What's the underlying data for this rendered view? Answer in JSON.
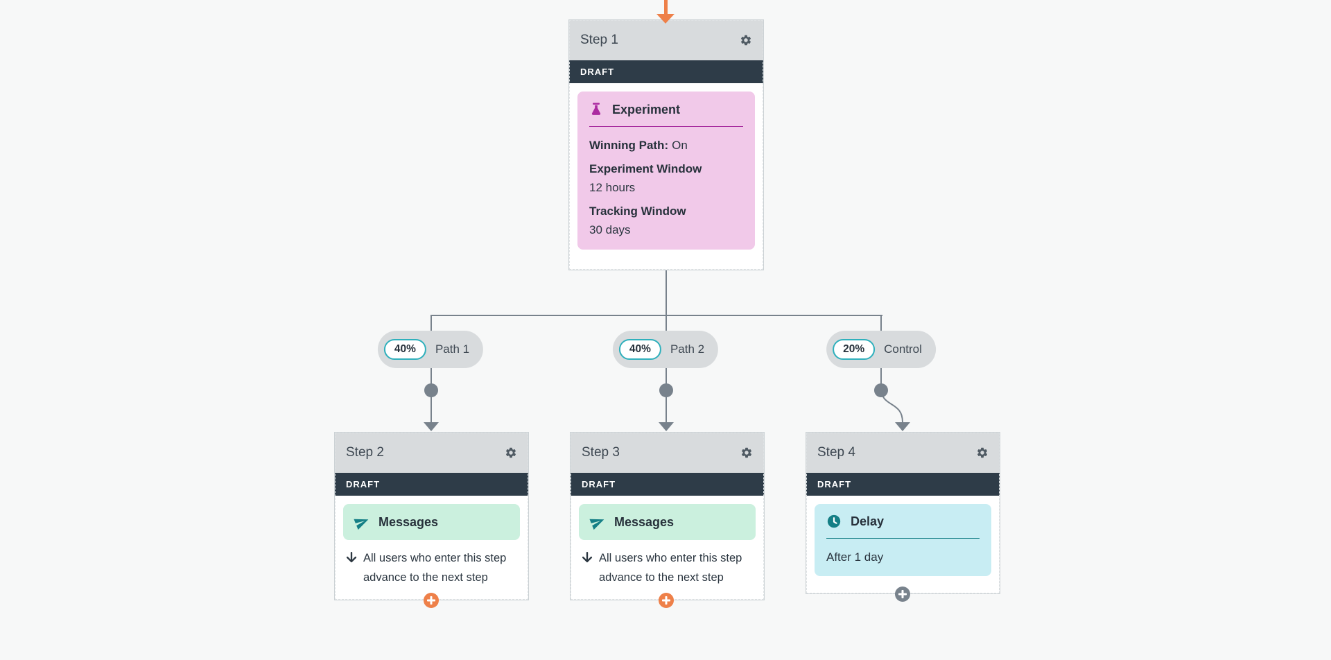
{
  "colors": {
    "canvas_bg": "#f7f8f8",
    "header_bg": "#d8dbdd",
    "draft_bg": "#2e3c48",
    "connector_gray": "#78828c",
    "accent_orange": "#ee8049",
    "accent_teal": "#157f86",
    "percent_border_teal": "#2fb0bc",
    "experiment_pink": "#f1c9e9",
    "experiment_accent": "#a6289c",
    "flask_magenta": "#ab2aa0",
    "messages_green": "#cbf0de",
    "delay_cyan": "#c8edf3",
    "text_dark": "#2b3640"
  },
  "steps": [
    {
      "title": "Step 1",
      "status": "DRAFT",
      "block": {
        "type": "experiment",
        "title": "Experiment",
        "rows": [
          {
            "label": "Winning Path:",
            "value": "On"
          },
          {
            "label": "Experiment Window",
            "value": "12 hours"
          },
          {
            "label": "Tracking Window",
            "value": "30 days"
          }
        ]
      }
    },
    {
      "title": "Step 2",
      "status": "DRAFT",
      "block": {
        "type": "messages",
        "title": "Messages"
      },
      "note_lines": [
        "All users who enter this step",
        "advance to the next step"
      ]
    },
    {
      "title": "Step 3",
      "status": "DRAFT",
      "block": {
        "type": "messages",
        "title": "Messages"
      },
      "note_lines": [
        "All users who enter this step",
        "advance to the next step"
      ]
    },
    {
      "title": "Step 4",
      "status": "DRAFT",
      "block": {
        "type": "delay",
        "title": "Delay",
        "value": "After 1 day"
      }
    }
  ],
  "branches": [
    {
      "percent": "40%",
      "label": "Path 1"
    },
    {
      "percent": "40%",
      "label": "Path 2"
    },
    {
      "percent": "20%",
      "label": "Control"
    }
  ]
}
